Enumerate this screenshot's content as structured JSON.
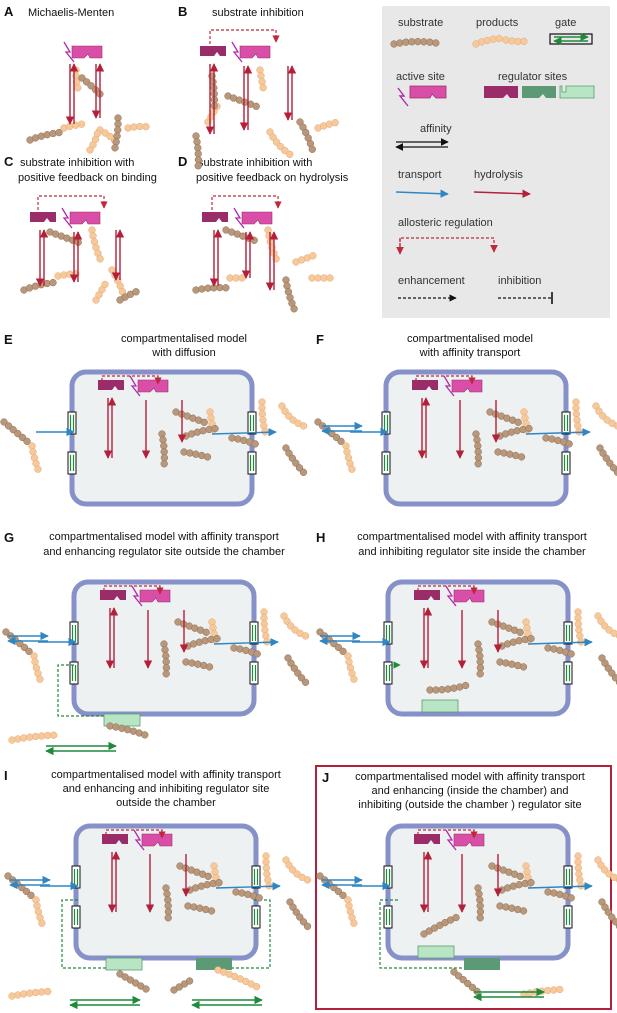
{
  "colors": {
    "substrate": "#b8977a",
    "product": "#f7c99a",
    "active_site": "#d94fa8",
    "regulator_inhibit": "#9b2c6a",
    "regulator_green": "#5b9a74",
    "regulator_light": "#b8e6c4",
    "transport": "#2f86c4",
    "hydrolysis": "#b41f3a",
    "allosteric": "#c0283c",
    "green_dash": "#1e8a3c",
    "chamber_border": "#8591c8",
    "chamber_fill": "#eef1f1",
    "legend_bg": "#e8e8e8",
    "frame": "#b41f3a"
  },
  "panels": {
    "A": {
      "letter": "A",
      "title": "Michaelis-Menten"
    },
    "B": {
      "letter": "B",
      "title": "substrate inhibition"
    },
    "C": {
      "letter": "C",
      "title1": "substrate inhibition with",
      "title2": "positive feedback on binding"
    },
    "D": {
      "letter": "D",
      "title1": "substrate inhibition with",
      "title2": "positive feedback on hydrolysis"
    },
    "E": {
      "letter": "E",
      "title1": "compartmentalised model",
      "title2": "with diffusion"
    },
    "F": {
      "letter": "F",
      "title1": "compartmentalised model",
      "title2": "with affinity transport"
    },
    "G": {
      "letter": "G",
      "title1": "compartmentalised model with affinity transport",
      "title2": "and enhancing regulator site outside the chamber"
    },
    "H": {
      "letter": "H",
      "title1": "compartmentalised model with affinity transport",
      "title2": "and inhibiting regulator site inside the chamber"
    },
    "I": {
      "letter": "I",
      "title1": "compartmentalised model with affinity transport",
      "title2": "and enhancing and inhibiting regulator site",
      "title3": "outside the chamber"
    },
    "J": {
      "letter": "J",
      "title1": "compartmentalised model with affinity transport",
      "title2": "and enhancing (inside the chamber) and",
      "title3": "inhibiting (outside the chamber ) regulator site"
    }
  },
  "legend": {
    "substrate": "substrate",
    "products": "products",
    "gate": "gate",
    "active_site": "active site",
    "regulator_sites": "regulator sites",
    "affinity": "affinity",
    "transport": "transport",
    "hydrolysis": "hydrolysis",
    "allosteric": "allosteric regulation",
    "enhancement": "enhancement",
    "inhibition": "inhibition"
  }
}
